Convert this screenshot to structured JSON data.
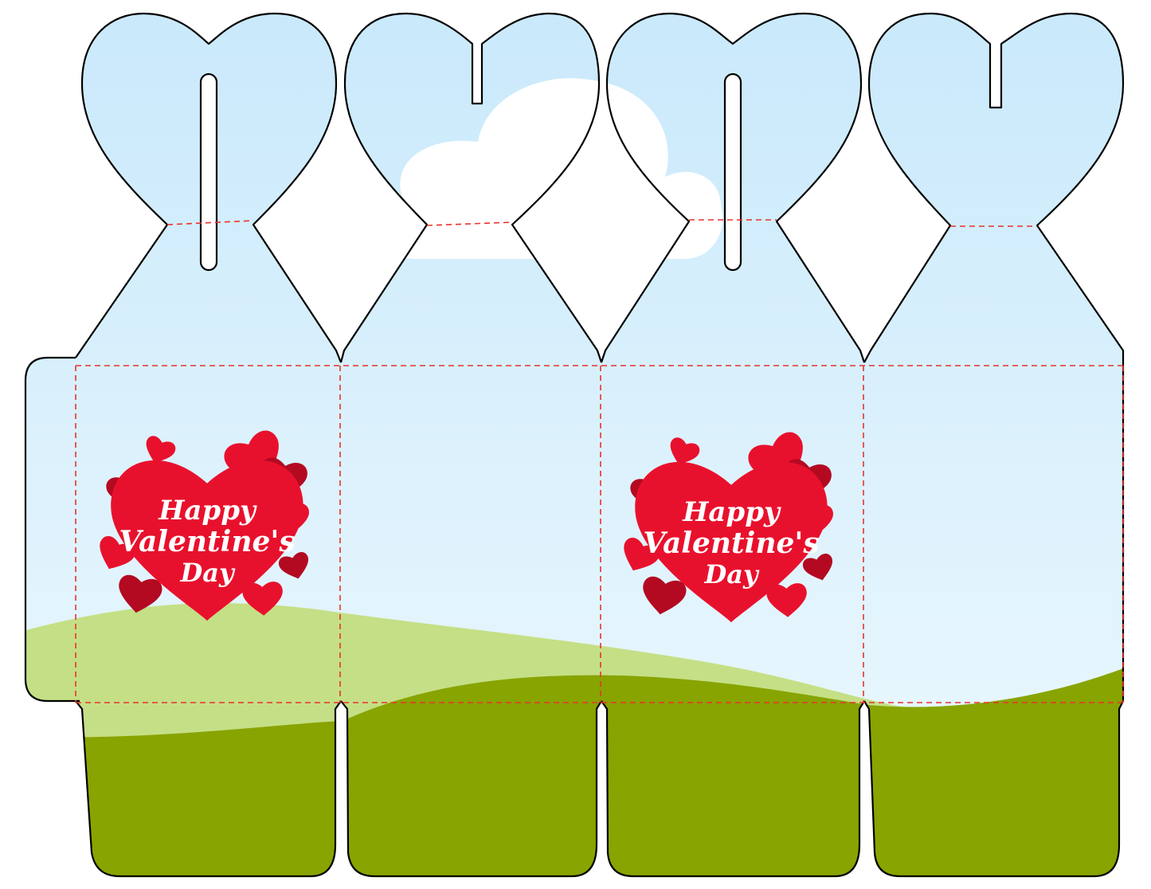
{
  "sheet": {
    "kind": "printable valentine gift box template",
    "panel_count": 4
  },
  "colors": {
    "outline": "#000000",
    "sky_top": "#c9e9fb",
    "sky_bottom": "#eef9fe",
    "cloud": "#ffffff",
    "hill_light": "#c5df86",
    "hill_dark": "#88a400",
    "fold_line": "#e8332f",
    "heart_red": "#e8112d",
    "heart_shadow": "#b30a22"
  },
  "labels": [
    {
      "panel": 1,
      "line1": "Happy",
      "line2": "Valentine's",
      "line3": "Day"
    },
    {
      "panel": 3,
      "line1": "Happy",
      "line2": "Valentine's",
      "line3": "Day"
    }
  ]
}
